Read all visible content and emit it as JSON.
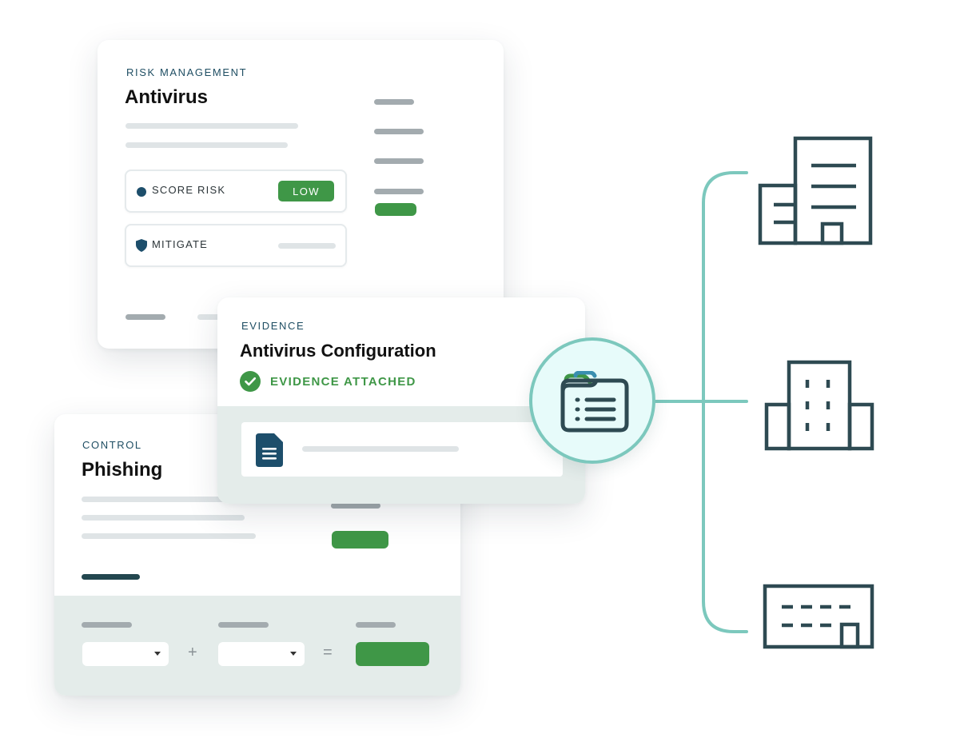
{
  "risk_card": {
    "eyebrow": "RISK MANAGEMENT",
    "title": "Antivirus",
    "score_row": {
      "label": "SCORE RISK",
      "badge": "LOW"
    },
    "mitigate_row": {
      "label": "MITIGATE"
    }
  },
  "phishing_card": {
    "eyebrow": "CONTROL",
    "title": "Phishing",
    "formula": {
      "plus": "+",
      "equals": "="
    }
  },
  "evidence_card": {
    "eyebrow": "EVIDENCE",
    "title": "Antivirus Configuration",
    "status": "EVIDENCE ATTACHED"
  },
  "icons": {
    "status": "check-circle-icon",
    "file": "document-icon",
    "hub": "folder-list-icon",
    "dot": "circle-dot-icon",
    "shield": "shield-icon",
    "buildings": [
      "office-tower-icon",
      "office-building-icon",
      "warehouse-icon"
    ]
  },
  "colors": {
    "accent_green": "#3f9747",
    "navy": "#1f4e63",
    "teal": "#7cc8bd",
    "icon_dark": "#2e4a52"
  }
}
